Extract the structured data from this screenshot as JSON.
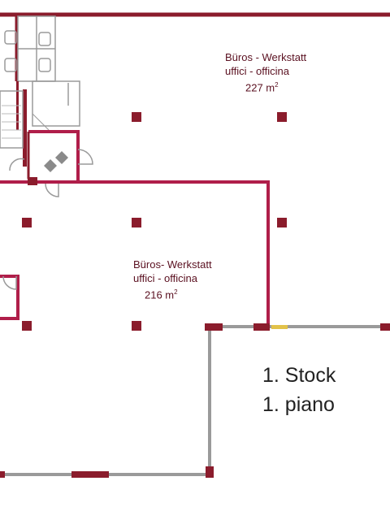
{
  "rooms": [
    {
      "name_de": "Büros - Werkstatt",
      "name_it": "uffici - officina",
      "area_value": "227 m",
      "area_sup": "2"
    },
    {
      "name_de": "Büros- Werkstatt",
      "name_it": "uffici - officina",
      "area_value": "216 m",
      "area_sup": "2"
    }
  ],
  "floor": {
    "line1": "1. Stock",
    "line2": "1. piano"
  },
  "colors": {
    "wall": "#b01e4a",
    "column": "#8b1c2c",
    "window": "#9a9a9a",
    "glazing": "#e2c24a",
    "text": "#5a1020"
  }
}
